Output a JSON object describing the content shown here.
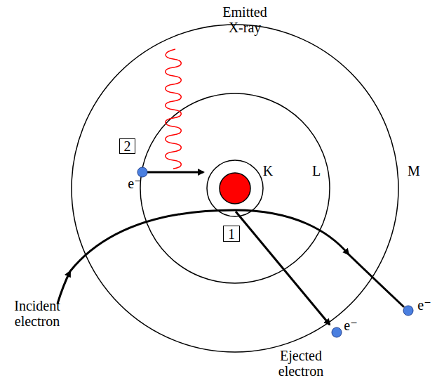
{
  "diagram": {
    "nodes": [
      {
        "text": [
          "2"
        ]
      },
      {
        "text": [
          "1"
        ]
      }
    ],
    "labels": [
      "Emitted X-ray",
      "K",
      "L",
      "M",
      "e⁻",
      "e⁻",
      "e⁻",
      "Incident electron",
      "Ejected electron"
    ]
  }
}
